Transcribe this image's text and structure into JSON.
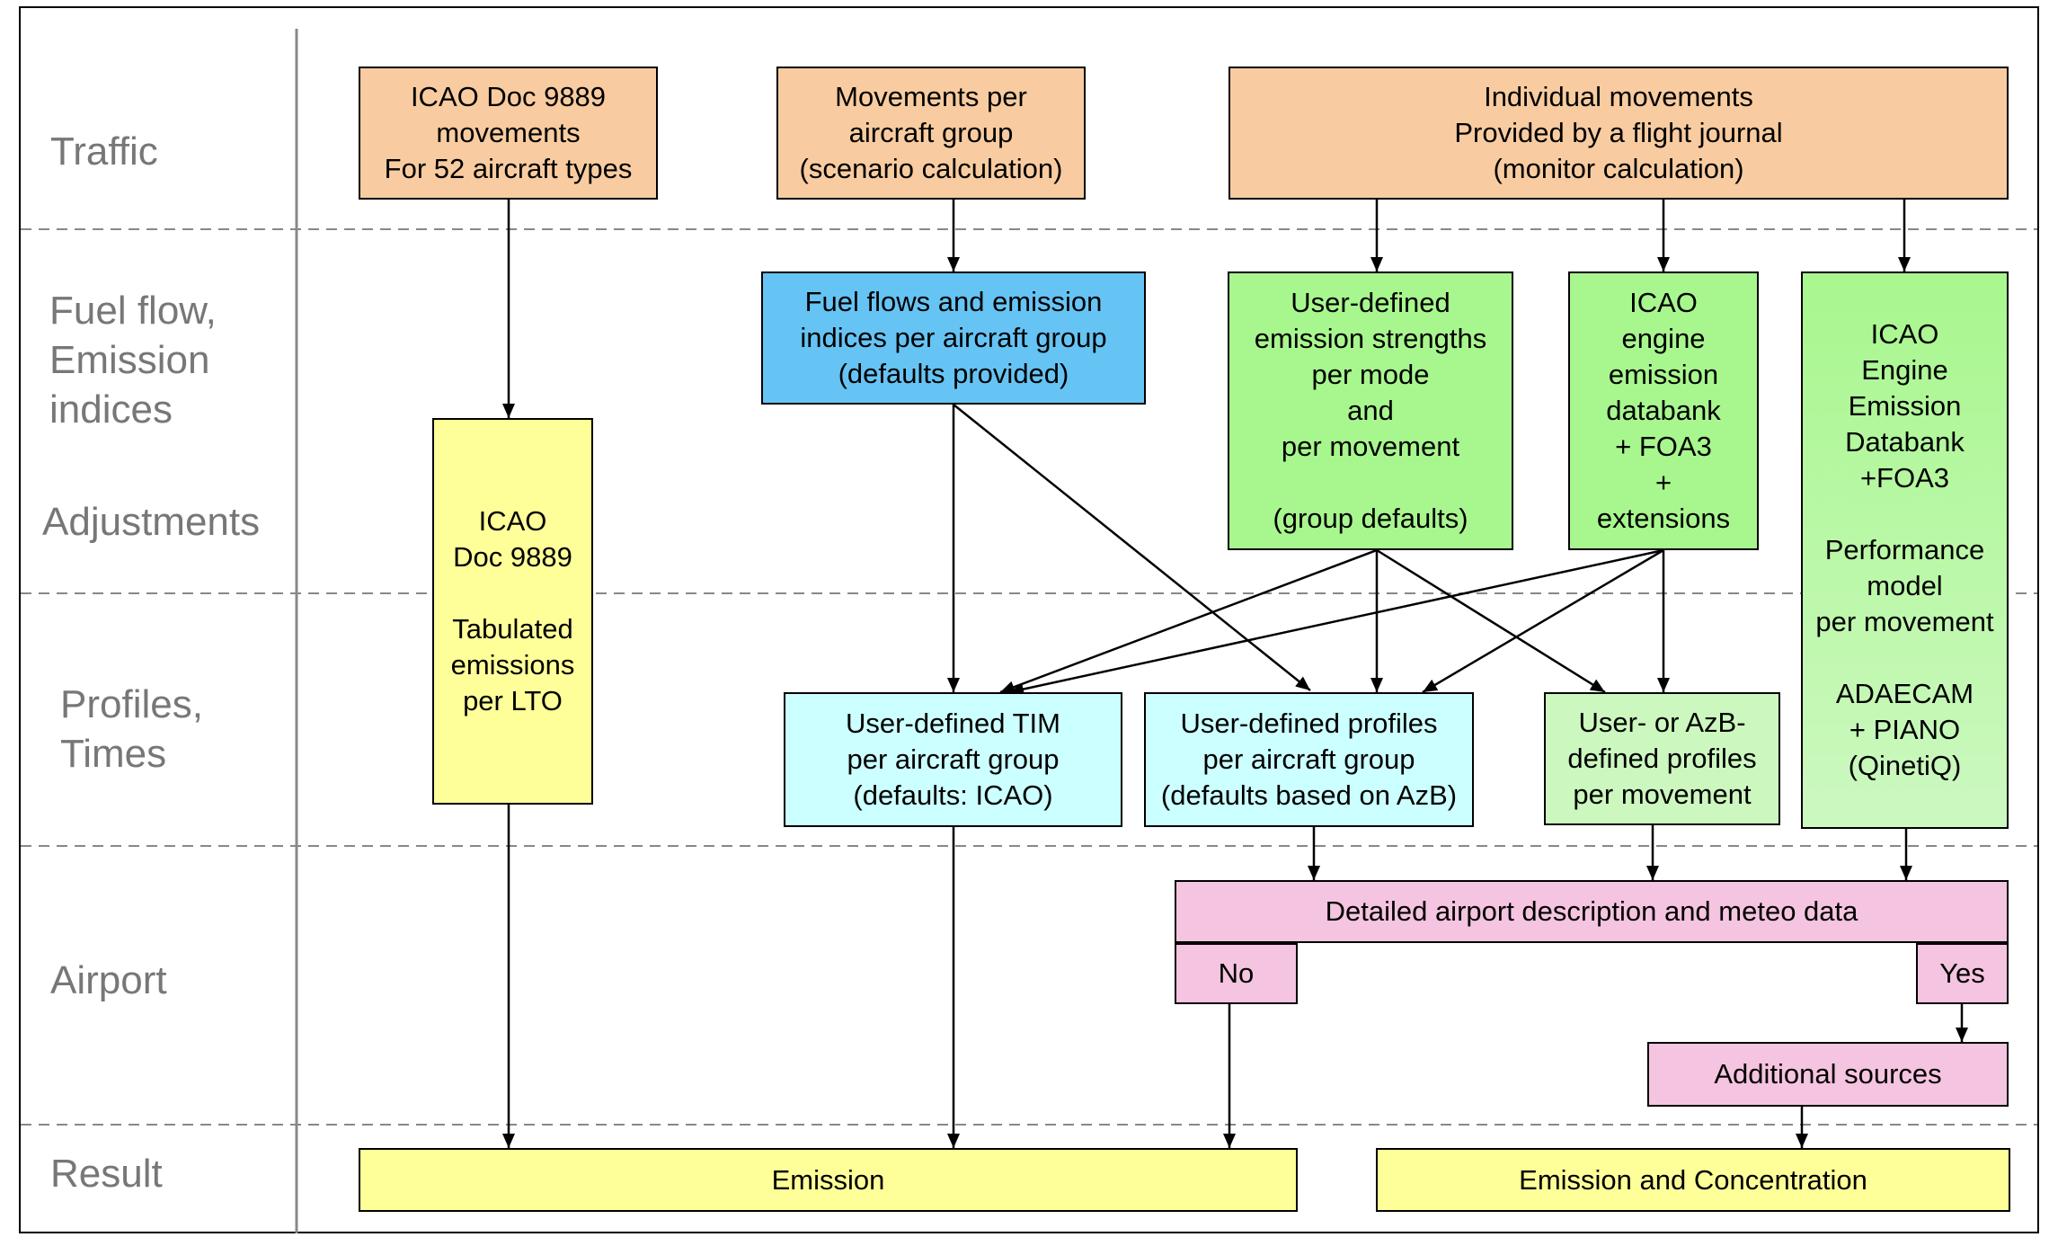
{
  "lanes": {
    "traffic": "Traffic",
    "fuel_flow": "Fuel flow,\nEmission\nindices",
    "adjustments": "Adjustments",
    "profiles": "Profiles,\nTimes",
    "airport": "Airport",
    "result": "Result"
  },
  "boxes": {
    "icao_movements": "ICAO Doc 9889\nmovements\nFor 52 aircraft types",
    "movements_group": "Movements per\naircraft group\n(scenario calculation)",
    "individual_movements": "Individual movements\nProvided by a flight journal\n(monitor calculation)",
    "icao_tabulated": "ICAO\nDoc 9889\n\nTabulated\nemissions\nper LTO",
    "fuel_flows": "Fuel flows and emission\nindices per aircraft group\n(defaults provided)",
    "user_emission": "User-defined\nemission strengths\nper mode\nand\nper movement\n\n(group defaults)",
    "icao_engine_ext": "ICAO\nengine\nemission\ndatabank\n+ FOA3\n+\nextensions",
    "icao_engine_perf": "ICAO\nEngine\nEmission\nDatabank\n+FOA3\n\nPerformance\nmodel\nper movement\n\nADAECAM\n+ PIANO\n(QinetiQ)",
    "user_tim": "User-defined TIM\nper aircraft group\n(defaults: ICAO)",
    "user_profiles": "User-defined profiles\nper aircraft group\n(defaults based on AzB)",
    "azb_profiles": "User- or AzB-\ndefined profiles\nper movement",
    "airport_desc": "Detailed airport description and meteo data",
    "no": "No",
    "yes": "Yes",
    "additional_sources": "Additional sources",
    "emission": "Emission",
    "emission_concentration": "Emission and Concentration"
  },
  "colors": {
    "traffic_fill": "#f8cca0",
    "yellow_fill": "#ffff99",
    "blue_fill": "#66c4f4",
    "green_fill": "#a8f78e",
    "light_green_fill": "#ccf8c0",
    "cyan_fill": "#ccffff",
    "pink_fill": "#f5c4e0",
    "lane_label": "#777777",
    "line": "#000000",
    "divider": "#888888"
  }
}
